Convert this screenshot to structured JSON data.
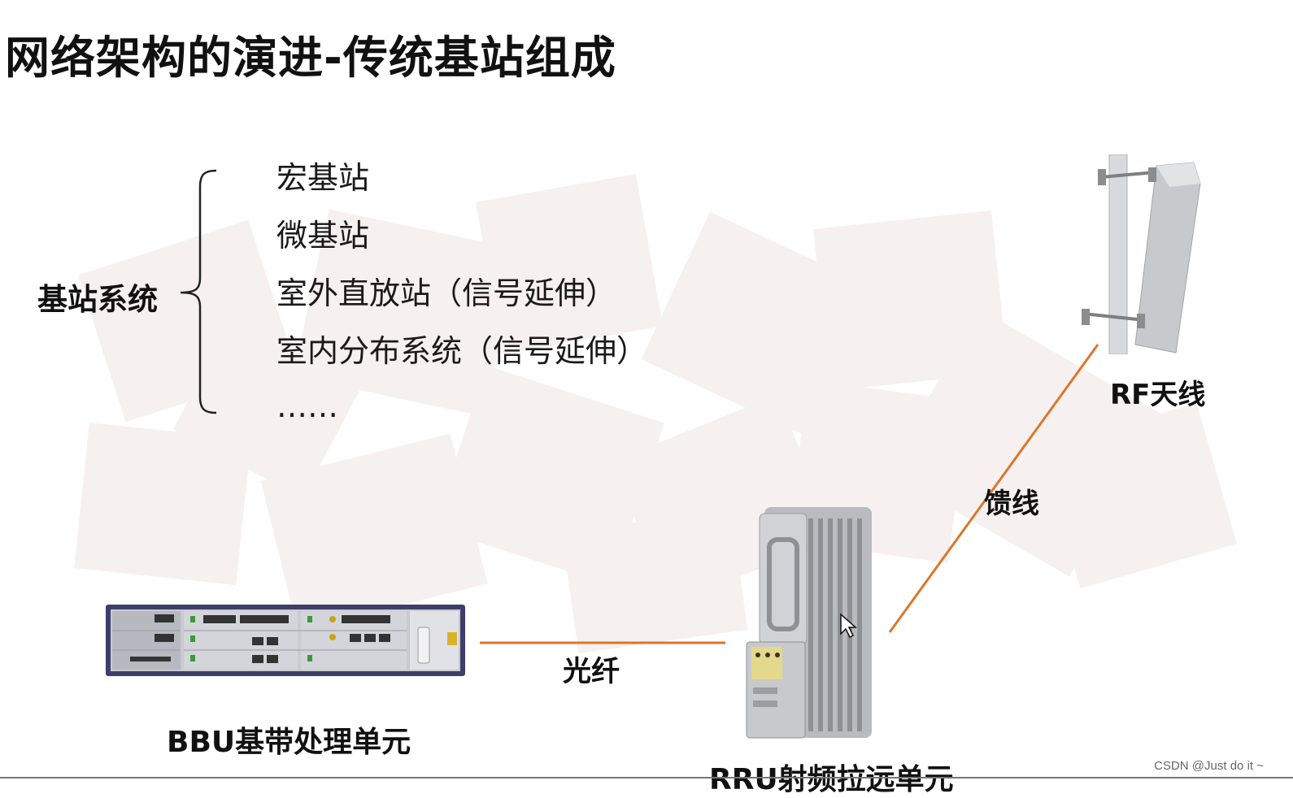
{
  "title": "网络架构的演进-传统基站组成",
  "system": {
    "label": "基站系统",
    "items": [
      "宏基站",
      "微基站",
      "室外直放站（信号延伸）",
      "室内分布系统（信号延伸）",
      "……"
    ]
  },
  "components": {
    "bbu": {
      "label": "BBU基带处理单元"
    },
    "rru": {
      "label": "RRU射频拉远单元"
    },
    "antenna": {
      "label": "RF天线"
    }
  },
  "links": {
    "fiber": "光纤",
    "feeder": "馈线"
  },
  "colors": {
    "link": "#d9782a",
    "tile": "#f2e8e8"
  },
  "watermark": "CSDN @Just do it ~"
}
